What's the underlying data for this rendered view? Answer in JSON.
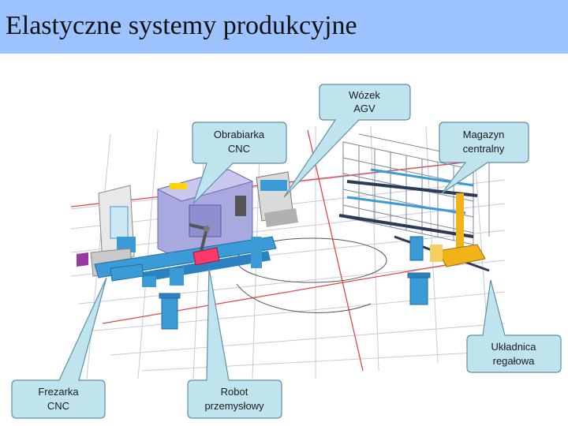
{
  "slide": {
    "title": "Elastyczne systemy produkcyjne"
  },
  "callouts": {
    "agv": [
      "Wózek",
      "AGV"
    ],
    "cnc_machine": [
      "Obrabiarka",
      "CNC"
    ],
    "warehouse": [
      "Magazyn",
      "centralny"
    ],
    "stacker": [
      "Układnica",
      "regałowa"
    ],
    "milling": [
      "Frezarka",
      "CNC"
    ],
    "robot": [
      "Robot",
      "przemysłowy"
    ]
  },
  "colors": {
    "title_bar": "#9cc3ff",
    "callout_fill": "#bfe4ee",
    "callout_stroke": "#5f8fa6",
    "machine_blue": "#3a9bd6",
    "cnc_body": "#a9a9e0",
    "stacker_yellow": "#f2b318",
    "grid_gray": "#c9c9d9",
    "grid_red": "#e04848"
  }
}
